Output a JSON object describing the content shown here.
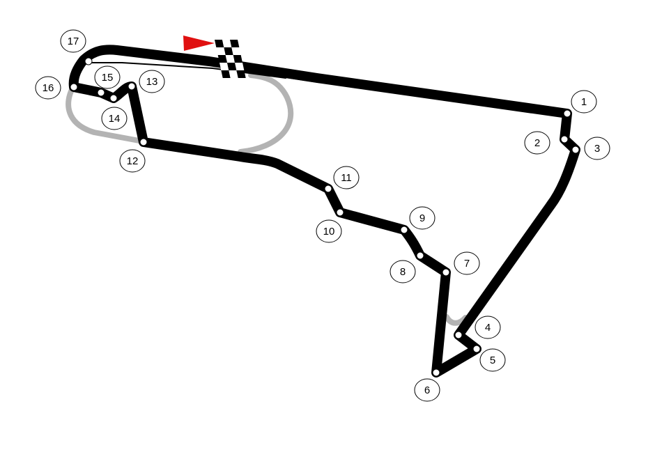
{
  "colors": {
    "track": "#000000",
    "unused_track": "#b3b3b3",
    "start_flag": "#e01010",
    "corner_dot": "#ffffff"
  },
  "icons": {
    "start_flag": "flag-triangle-icon",
    "finish_line": "checkered-flag-icon"
  },
  "turns": [
    "1",
    "2",
    "3",
    "4",
    "5",
    "6",
    "7",
    "8",
    "9",
    "10",
    "11",
    "12",
    "13",
    "14",
    "15",
    "16",
    "17"
  ]
}
